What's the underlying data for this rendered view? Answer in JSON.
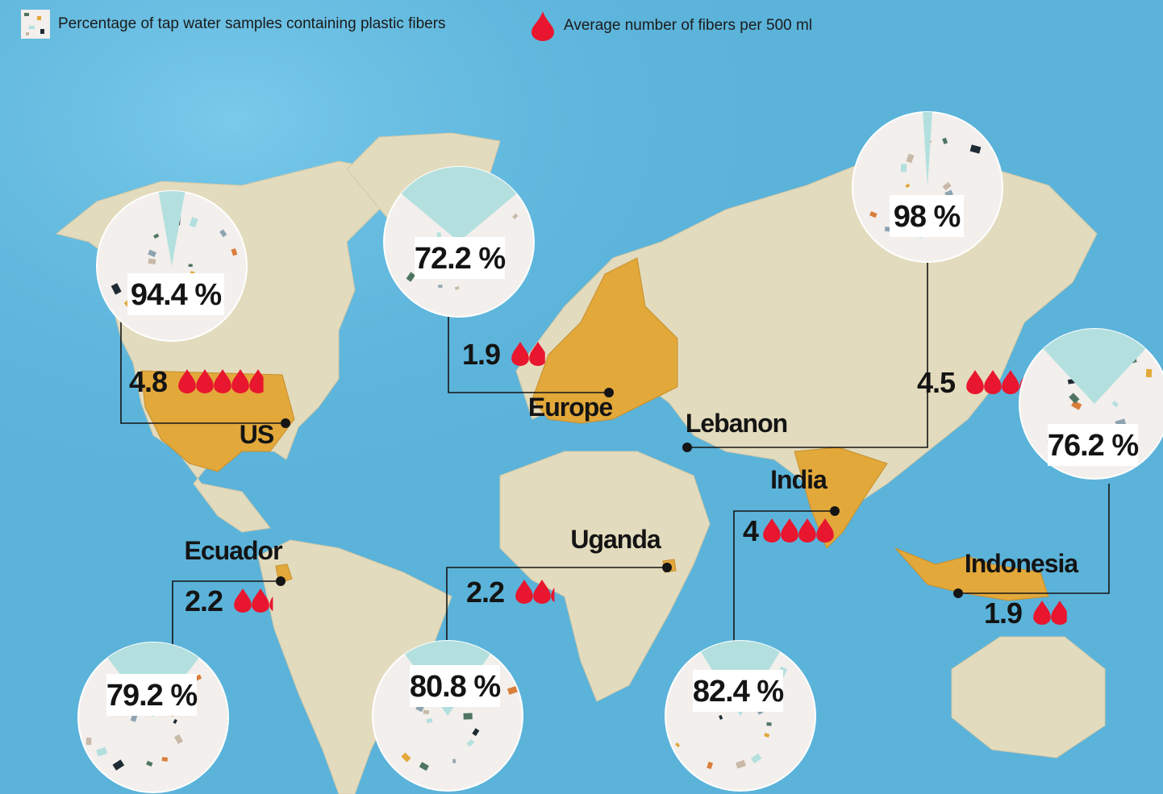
{
  "legend": {
    "percent_label": "Percentage of tap water samples containing plastic fibers",
    "fibers_label": "Average number of fibers per 500 ml"
  },
  "colors": {
    "ocean": "#5bb3da",
    "land": "#e3dbbd",
    "highlight": "#e2a83a",
    "pie_bg": "#f2efec",
    "pie_slice": "#b3e0de",
    "drop": "#e8162e",
    "line": "#151515"
  },
  "chart_data": {
    "type": "pie",
    "percent_unit": "%",
    "entries": [
      {
        "region": "US",
        "percent": 94.4,
        "fibers": 4.8,
        "percent_text": "94.4",
        "fibers_text": "4.8"
      },
      {
        "region": "Europe",
        "percent": 72.2,
        "fibers": 1.9,
        "percent_text": "72.2",
        "fibers_text": "1.9"
      },
      {
        "region": "Lebanon",
        "percent": 98,
        "fibers": 4.5,
        "percent_text": "98",
        "fibers_text": "4.5"
      },
      {
        "region": "Indonesia",
        "percent": 76.2,
        "fibers": 1.9,
        "percent_text": "76.2",
        "fibers_text": "1.9"
      },
      {
        "region": "Ecuador",
        "percent": 79.2,
        "fibers": 2.2,
        "percent_text": "79.2",
        "fibers_text": "2.2"
      },
      {
        "region": "Uganda",
        "percent": 80.8,
        "fibers": 2.2,
        "percent_text": "80.8",
        "fibers_text": "2.2"
      },
      {
        "region": "India",
        "percent": 82.4,
        "fibers": 4,
        "percent_text": "82.4",
        "fibers_text": "4"
      }
    ]
  }
}
